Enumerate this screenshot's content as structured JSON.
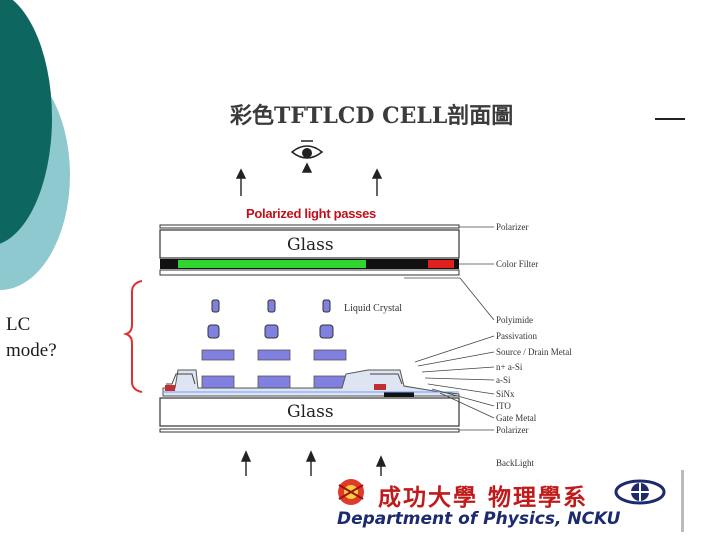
{
  "slide": {
    "title": "彩色TFTLCD CELL剖面圖",
    "side_question_line1": "LC",
    "side_question_line2": "mode?"
  },
  "diagram": {
    "polarized_light_passes": "Polarized light passes",
    "glass_top": "Glass",
    "glass_bottom": "Glass",
    "liquid_crystal": "Liquid Crystal",
    "layers": [
      "Polarizer",
      "Color Filter",
      "Polyimide",
      "Passivation",
      "Source / Drain Metal",
      "n+ a-Si",
      "a-Si",
      "SiNx",
      "ITO",
      "Gate Metal",
      "Polarizer",
      "BackLight"
    ]
  },
  "logo": {
    "department_zh": "成功大學 物理學系",
    "department_en": "Department of Physics, NCKU"
  },
  "colors": {
    "teal_dark": "#0e6660",
    "teal_light": "#8ec9cf",
    "filter_green": "#2fd62f",
    "filter_red": "#e01f1f",
    "pixel_blue": "#8080e0",
    "label_red": "#c0101a"
  }
}
